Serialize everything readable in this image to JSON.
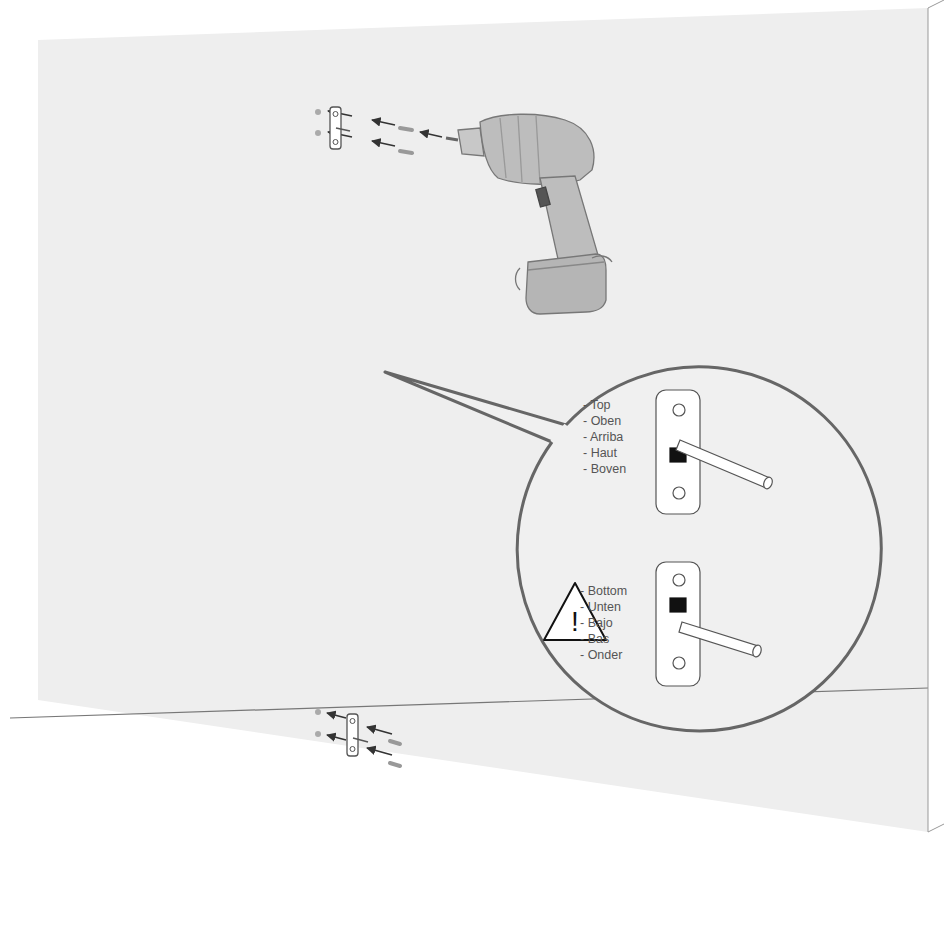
{
  "diagram": {
    "labels": [
      "- Top",
      "- Oben",
      "- Arriba",
      "- Haut",
      "- Boven",
      "!",
      "- Bottom",
      "- Unten",
      "- Bajo",
      "- Bas",
      "- Onder"
    ]
  }
}
